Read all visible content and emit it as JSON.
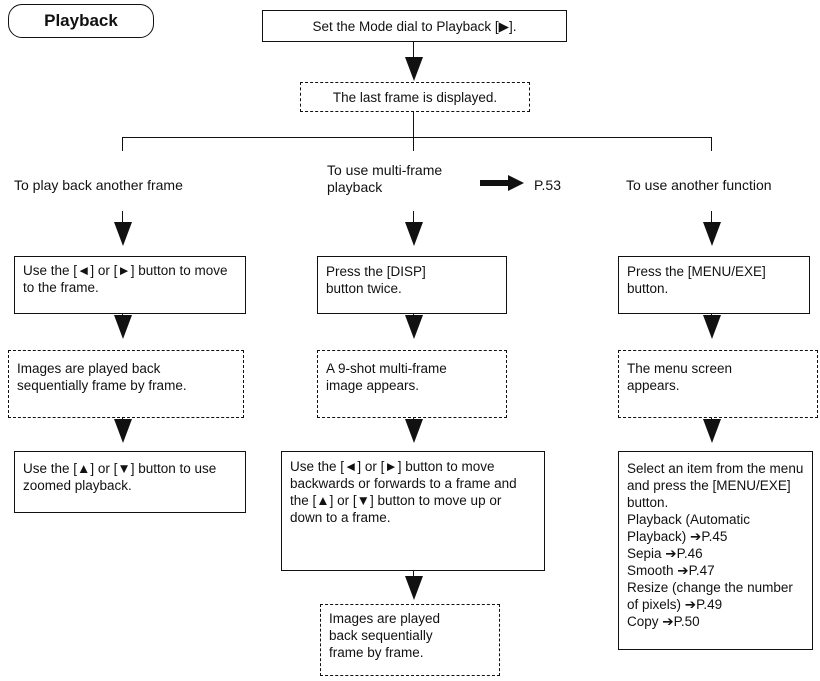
{
  "section_title": "Playback",
  "top": {
    "step1": "Set the Mode dial to Playback [▶].",
    "result1": "The last frame is displayed."
  },
  "branches": {
    "left": {
      "heading": "To play back another frame",
      "step1": "Use the [◄] or [►] button to move to the frame.",
      "result1": "Images are played back sequentially frame by frame.",
      "step2": "Use the [▲] or [▼] button to use zoomed playback."
    },
    "middle": {
      "heading_line1": "To use multi-frame",
      "heading_line2": "playback",
      "ref_page": "P.53",
      "step1_line1": "Press the [DISP]",
      "step1_line2": "button twice.",
      "result1_line1": "A 9-shot multi-frame",
      "result1_line2": "image appears.",
      "step2": "Use the [◄] or [►] button to move backwards or forwards to a frame and the [▲] or [▼] button to move up or down to a frame.",
      "result2_line1": "Images are played",
      "result2_line2": "back sequentially",
      "result2_line3": "frame by frame."
    },
    "right": {
      "heading": "To use another function",
      "step1_line1": "Press the [MENU/EXE]",
      "step1_line2": "button.",
      "result1_line1": "The menu screen",
      "result1_line2": "appears.",
      "step2_intro": "Select an item from the menu and press the [MENU/EXE] button.",
      "menu_items": [
        {
          "label": "Playback (Automatic Playback) ",
          "page": "P.45"
        },
        {
          "label": "Sepia ",
          "page": "P.46"
        },
        {
          "label": "Smooth ",
          "page": "P.47"
        },
        {
          "label": "Resize (change the number of pixels) ",
          "page": "P.49"
        },
        {
          "label": "Copy ",
          "page": "P.50"
        }
      ]
    }
  }
}
